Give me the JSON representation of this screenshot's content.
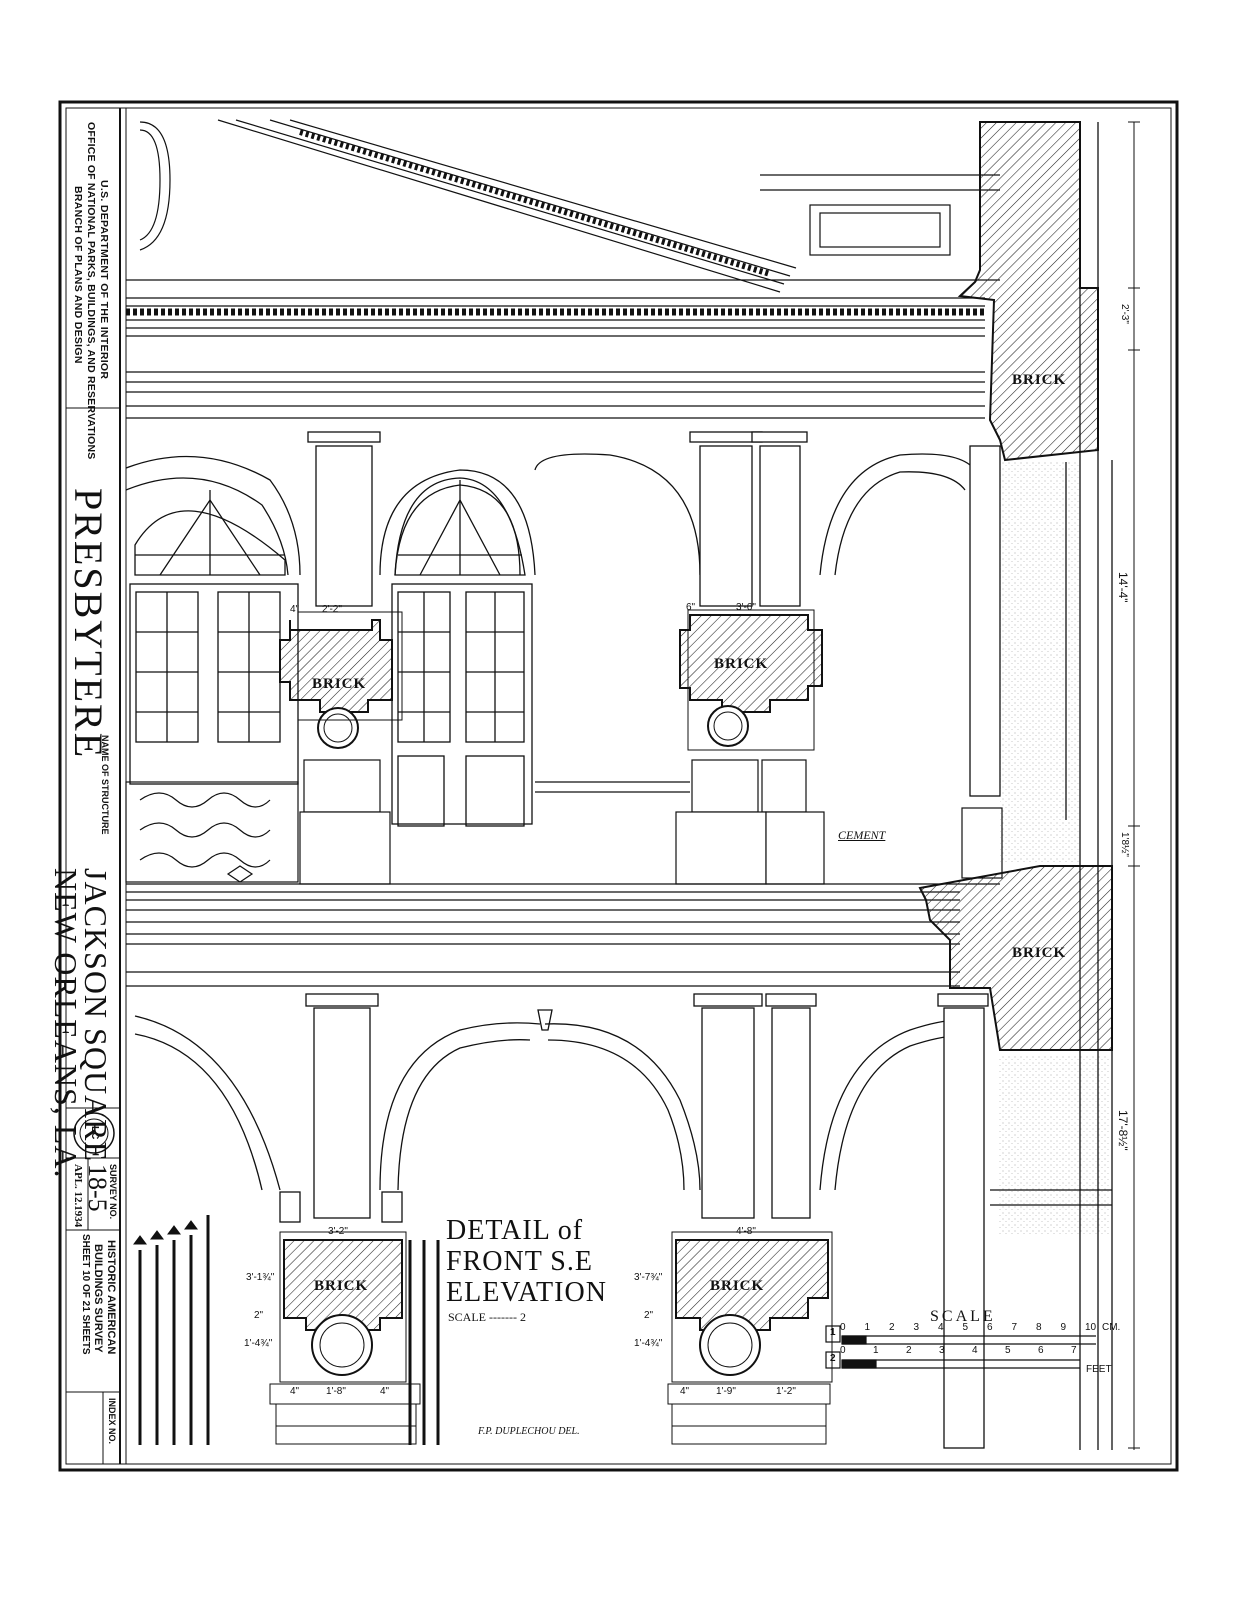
{
  "title_block": {
    "agency_line1": "U.S. DEPARTMENT OF THE INTERIOR",
    "agency_line2": "OFFICE OF NATIONAL PARKS, BUILDINGS, AND RESERVATIONS",
    "agency_line3": "BRANCH OF PLANS AND DESIGN",
    "structure_name": "PRESBYTERE",
    "name_caption": "NAME OF STRUCTURE",
    "location_line1": "JACKSON SQUARE",
    "location_line2": "NEW ORLEANS, LA.",
    "survey_caption": "SURVEY NO.",
    "survey_no": "18-5",
    "date": "APL. 12.1934",
    "program_line1": "HISTORIC AMERICAN",
    "program_line2": "BUILDINGS SURVEY",
    "sheet_info": "SHEET 10 OF 21 SHEETS",
    "index_caption": "INDEX NO."
  },
  "drawing": {
    "title_line1": "DETAIL of",
    "title_line2": "FRONT S.E",
    "title_line3": "ELEVATION",
    "scale_ref": "SCALE ------- 2",
    "delineator": "F.P. DUPLECHOU DEL.",
    "material_brick": "BRICK",
    "material_cement": "CEMENT"
  },
  "dimensions": {
    "d_top_right": "2'-3\"",
    "d_upper_height": "14'-4\"",
    "d_floor": "1'8½\"",
    "d_lower_height": "17'-8½\"",
    "d_upper_pier_w": "2'-2\"",
    "d_upper_pier_side": "4\"",
    "d_upper_pier2_w": "3'-6\"",
    "d_upper_pier2_side": "6\"",
    "d_lower_pier1_w": "3'-2\"",
    "d_lower_pier2_w": "4'-8\"",
    "d_lower1_h1": "3'-1¾\"",
    "d_lower1_h2": "2\"",
    "d_lower1_h3": "1'-4¾\"",
    "d_lower2_h1": "3'-7¾\"",
    "d_lower2_h2": "2\"",
    "d_lower2_h3": "1'-4¾\"",
    "d_base1": "1'-8\"",
    "d_base2": "1'-9\"",
    "d_base2b": "1'-2\"",
    "d_base_small": "4\""
  },
  "scale_bar": {
    "title": "SCALE",
    "row1_marker": "1",
    "row2_marker": "2",
    "row1_ticks": [
      "0",
      "1",
      "2",
      "3",
      "4",
      "5",
      "6",
      "7",
      "8",
      "9",
      "10"
    ],
    "row1_unit": "CM.",
    "row2_ticks": [
      "0",
      "1",
      "2",
      "3",
      "4",
      "5",
      "6",
      "7"
    ],
    "row2_unit": "FEET"
  },
  "seal": {
    "text": "LC"
  }
}
